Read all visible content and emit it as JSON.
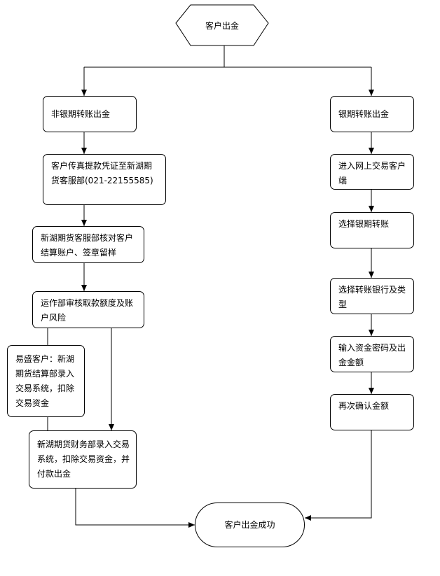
{
  "start": {
    "label": "客户出金"
  },
  "branch_left": {
    "title": "非银期转账出金",
    "steps": [
      "客户传真提款凭证至新湖期货客服部(021-22155585)",
      "新湖期货客服部核对客户结算账户、签章留样",
      "运作部审核取款额度及账户风险",
      "新湖期货财务部录入交易系统，扣除交易资金，并付款出金"
    ],
    "side_note": "易盛客户：新湖期货结算部录入交易系统，扣除交易资金"
  },
  "branch_right": {
    "title": "银期转账出金",
    "steps": [
      "进入网上交易客户端",
      "选择银期转账",
      "选择转账银行及类型",
      "输入资金密码及出金金额",
      "再次确认金额"
    ]
  },
  "end": {
    "label": "客户出金成功"
  },
  "colors": {
    "line": "#000000",
    "fill": "#ffffff"
  }
}
